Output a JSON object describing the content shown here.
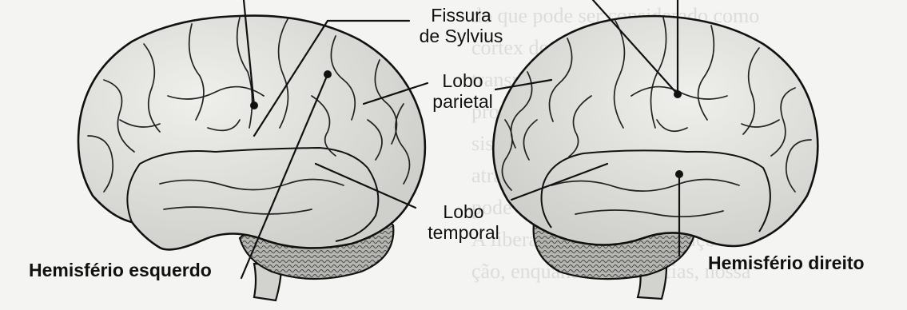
{
  "labels": {
    "fissura_line1": "Fissura",
    "fissura_line2": "de Sylvius",
    "parietal_line1": "Lobo",
    "parietal_line2": "parietal",
    "temporal_line1": "Lobo",
    "temporal_line2": "temporal",
    "left_hemisphere": "Hemisfério esquerdo",
    "right_hemisphere": "Hemisfério direito"
  },
  "background_text": [
    "do que pode ser considerado como",
    "córtex de associação; por isso, e a p",
    "transmitida pelo ambiente a depe",
    "processo cognitivo, como o conc",
    "sistema. A informação é discr",
    "através de meios e a maneira de",
    "pode ocorrer até mesmo de",
    "A liberação dessas informações",
    "ção, enquanto as ausências, nossa"
  ],
  "colors": {
    "ink": "#111111",
    "brain_fill": "#e6e6e3",
    "cerebellum_fill": "#9a9a97"
  }
}
